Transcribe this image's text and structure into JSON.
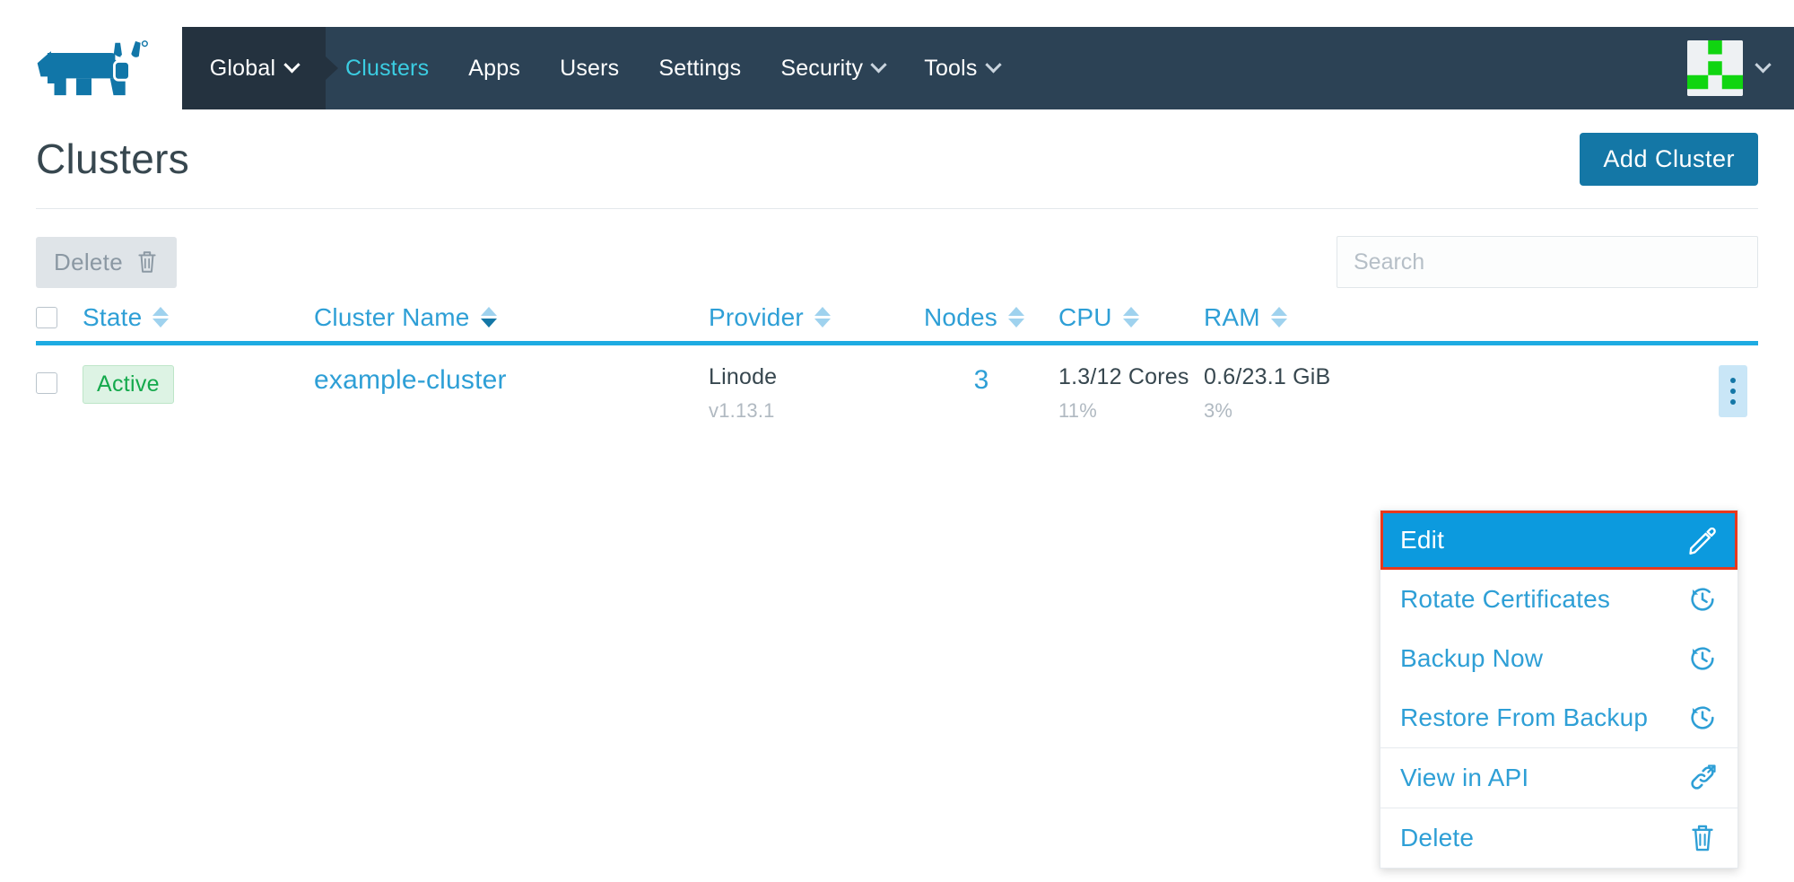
{
  "brand": {
    "logo": "rancher-rhino-logo",
    "logo_color": "#1176a8"
  },
  "topnav": {
    "context": {
      "label": "Global",
      "icon": "chevron-down-icon"
    },
    "items": [
      {
        "label": "Clusters",
        "active": true,
        "caret": false
      },
      {
        "label": "Apps",
        "active": false,
        "caret": false
      },
      {
        "label": "Users",
        "active": false,
        "caret": false
      },
      {
        "label": "Settings",
        "active": false,
        "caret": false
      },
      {
        "label": "Security",
        "active": false,
        "caret": true
      },
      {
        "label": "Tools",
        "active": false,
        "caret": true
      }
    ],
    "user": {
      "avatar": "green-identicon-avatar",
      "caret": "chevron-down-icon"
    },
    "bg_context": "#24323f",
    "bg_bar": "#2c4255",
    "active_color": "#3bcde2"
  },
  "page": {
    "title": "Clusters",
    "add_button": {
      "label": "Add Cluster",
      "color": "#1477a6"
    }
  },
  "toolbar": {
    "delete_label": "Delete",
    "delete_icon": "trash-icon",
    "search_placeholder": "Search",
    "search_value": ""
  },
  "table": {
    "select_all": false,
    "columns": [
      {
        "key": "state",
        "label": "State",
        "sortable": true,
        "sorted": false
      },
      {
        "key": "name",
        "label": "Cluster Name",
        "sortable": true,
        "sorted": true
      },
      {
        "key": "provider",
        "label": "Provider",
        "sortable": true,
        "sorted": false
      },
      {
        "key": "nodes",
        "label": "Nodes",
        "sortable": true,
        "sorted": false
      },
      {
        "key": "cpu",
        "label": "CPU",
        "sortable": true,
        "sorted": false
      },
      {
        "key": "ram",
        "label": "RAM",
        "sortable": true,
        "sorted": false
      }
    ],
    "rows": [
      {
        "checked": false,
        "state": "Active",
        "name": "example-cluster",
        "provider": "Linode",
        "provider_version": "v1.13.1",
        "nodes": "3",
        "cpu": "1.3/12 Cores",
        "cpu_pct": "11%",
        "ram": "0.6/23.1 GiB",
        "ram_pct": "3%",
        "actions_icon": "kebab-menu-icon"
      }
    ],
    "header_rule_color": "#1eabe2",
    "link_color": "#2e9fd6",
    "badge_color": "#14a94c"
  },
  "dropdown": {
    "highlight_color": "#0c9ade",
    "focus_outline_color": "#e8381c",
    "items": [
      {
        "label": "Edit",
        "icon": "pencil-icon",
        "highlighted": true,
        "separator_after": false
      },
      {
        "label": "Rotate Certificates",
        "icon": "clock-rotate-icon",
        "highlighted": false,
        "separator_after": false
      },
      {
        "label": "Backup Now",
        "icon": "clock-rotate-icon",
        "highlighted": false,
        "separator_after": false
      },
      {
        "label": "Restore From Backup",
        "icon": "clock-rotate-icon",
        "highlighted": false,
        "separator_after": true
      },
      {
        "label": "View in API",
        "icon": "external-link-icon",
        "highlighted": false,
        "separator_after": true
      },
      {
        "label": "Delete",
        "icon": "trash-icon",
        "highlighted": false,
        "separator_after": false
      }
    ]
  }
}
